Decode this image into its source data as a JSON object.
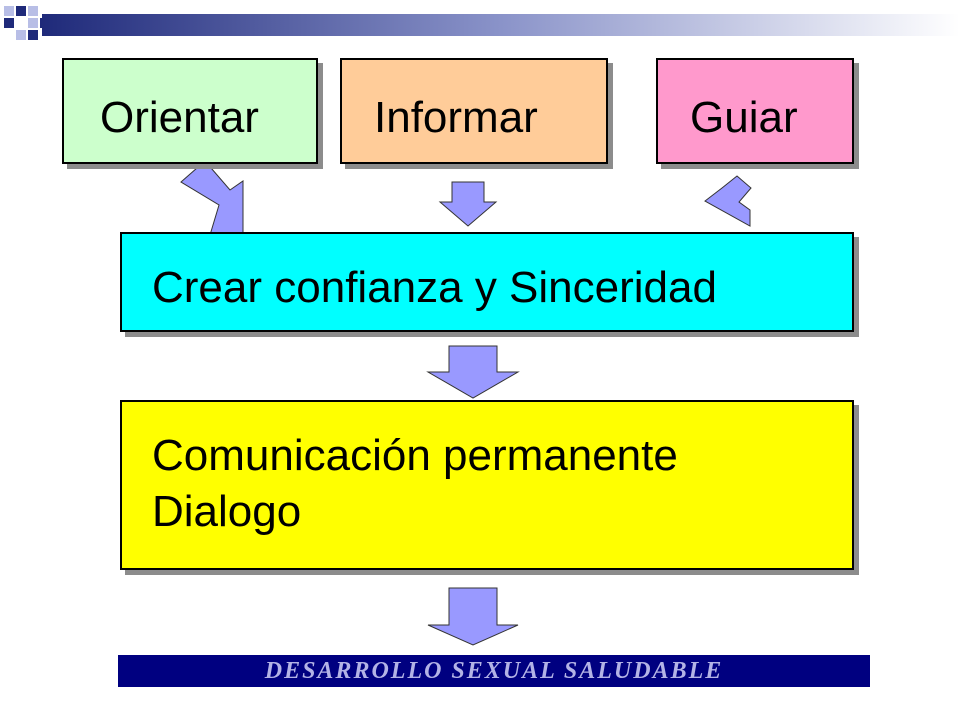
{
  "colors": {
    "orientar_fill": "#CCFFCC",
    "informar_fill": "#FFCC99",
    "guiar_fill": "#FF99CC",
    "confianza_fill": "#00FFFF",
    "comunicacion_fill": "#FFFF00",
    "banner_fill": "#000080",
    "banner_text": "#B3B3E6",
    "arrow_fill": "#9999FF",
    "header_square_dark": "#1F2A7A",
    "header_square_light": "#B8BEE6"
  },
  "top_boxes": [
    {
      "label": "Orientar"
    },
    {
      "label": "Informar"
    },
    {
      "label": "Guiar"
    }
  ],
  "middle_box": {
    "label": "Crear confianza y Sinceridad"
  },
  "lower_box": {
    "line1": "Comunicación permanente",
    "line2": "Dialogo"
  },
  "banner": {
    "text": "DESARROLLO SEXUAL SALUDABLE"
  }
}
